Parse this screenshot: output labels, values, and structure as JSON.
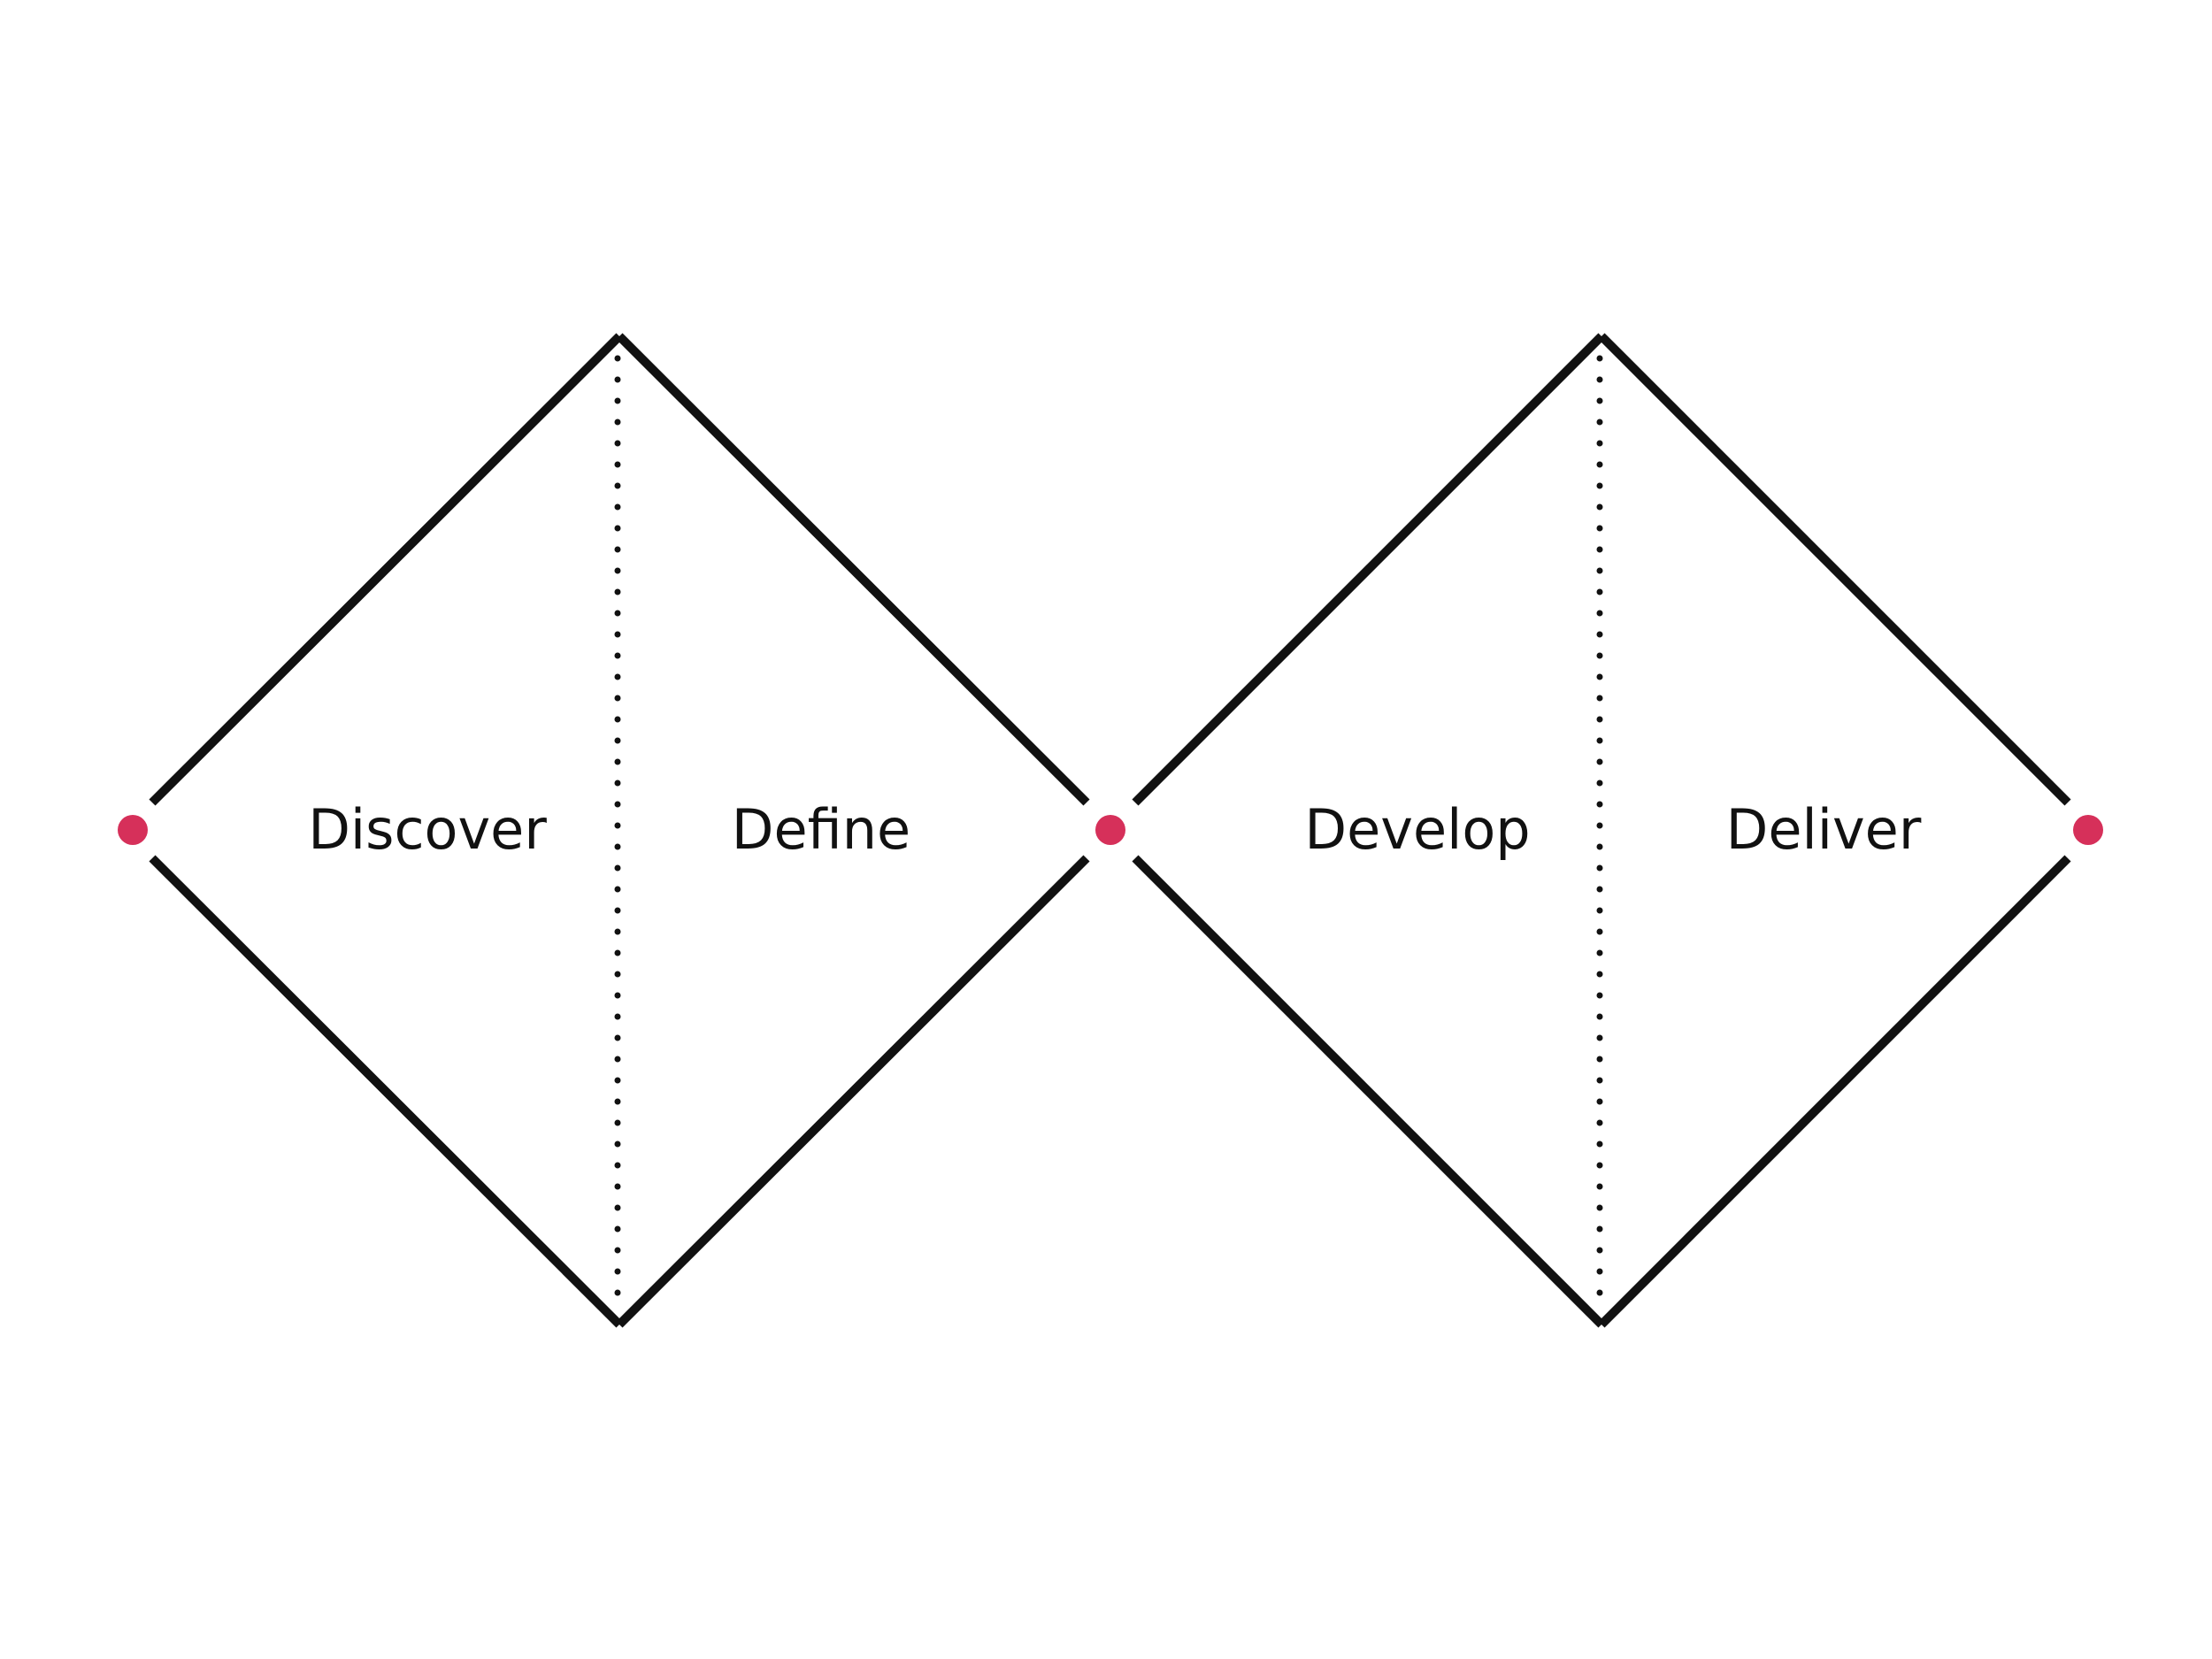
{
  "diagram": {
    "phases": [
      {
        "label": "Discover"
      },
      {
        "label": "Define"
      },
      {
        "label": "Develop"
      },
      {
        "label": "Deliver"
      }
    ],
    "colors": {
      "line": "#111111",
      "dot": "#d6305a",
      "background": "#ffffff"
    }
  }
}
